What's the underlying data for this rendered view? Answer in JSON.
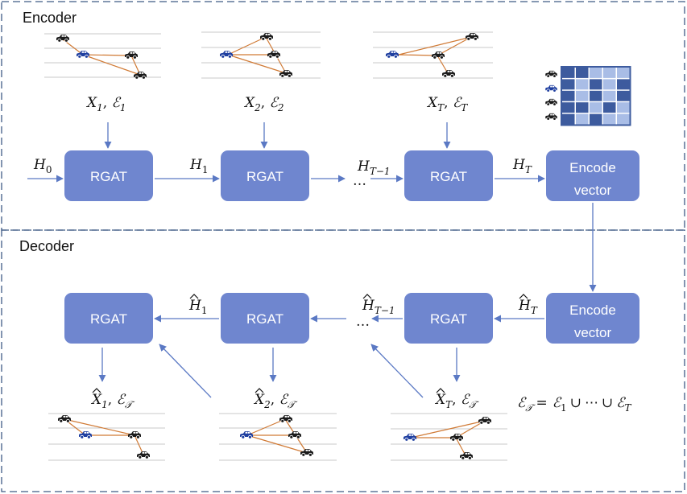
{
  "sections": {
    "encoder_label": "Encoder",
    "decoder_label": "Decoder"
  },
  "blocks": {
    "rgat_label": "RGAT",
    "encode_vector_line1": "Encode",
    "encode_vector_line2": "vector"
  },
  "encoder": {
    "inputs": [
      {
        "var": "X",
        "sub": "1",
        "graph_var": "ℰ",
        "graph_sub": "1"
      },
      {
        "var": "X",
        "sub": "2",
        "graph_var": "ℰ",
        "graph_sub": "2"
      },
      {
        "var": "X",
        "sub": "T",
        "graph_var": "ℰ",
        "graph_sub": "T"
      }
    ],
    "hidden": [
      {
        "var": "H",
        "sub": "0"
      },
      {
        "var": "H",
        "sub": "1"
      },
      {
        "var": "H",
        "sub": "T−1"
      },
      {
        "var": "H",
        "sub": "T"
      }
    ],
    "ellipsis": "…"
  },
  "decoder": {
    "hidden": [
      {
        "var": "H",
        "sub": "1"
      },
      {
        "var": "H",
        "sub": "T−1"
      },
      {
        "var": "H",
        "sub": "T"
      }
    ],
    "outputs": [
      {
        "var": "X",
        "sub": "1",
        "graph_var": "ℰ",
        "graph_sub": "𝒯"
      },
      {
        "var": "X",
        "sub": "2",
        "graph_var": "ℰ",
        "graph_sub": "𝒯"
      },
      {
        "var": "X",
        "sub": "T",
        "graph_var": "ℰ",
        "graph_sub": "𝒯"
      }
    ],
    "ellipsis": "…",
    "union_formula": {
      "lhs_var": "ℰ",
      "lhs_sub": "𝒯",
      "eq": "=",
      "t1_var": "ℰ",
      "t1_sub": "1",
      "cup": "∪",
      "dots": "⋯",
      "t2_var": "ℰ",
      "t2_sub": "T"
    }
  },
  "colors": {
    "box_fill": "#6f86cf",
    "arrow": "#5b79c4",
    "border_dash": "#3f5a85",
    "edge": "#d07a35",
    "car_dark": "#1a1a1a",
    "car_blue": "#1f3fa0",
    "matrix_dark": "#3d5b9e",
    "matrix_light": "#a9bde6"
  },
  "icons": {
    "car": "car-icon",
    "ego_car": "ego-car-icon",
    "adjacency_matrix": "adjacency-matrix-icon"
  }
}
